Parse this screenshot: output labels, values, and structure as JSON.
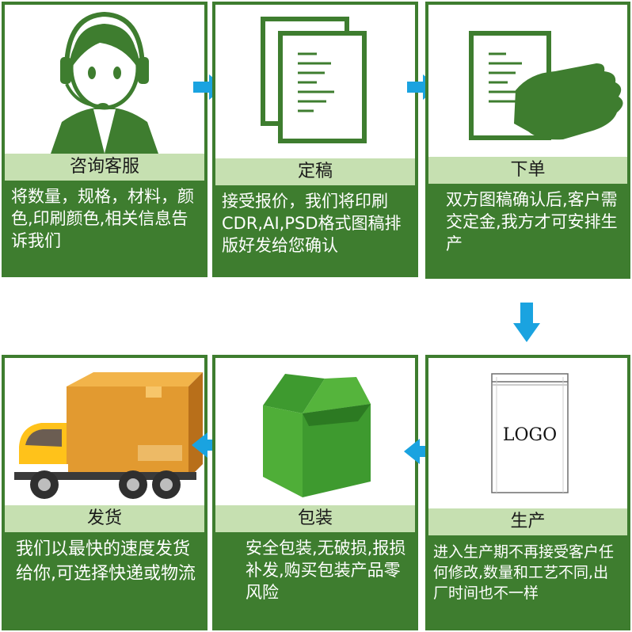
{
  "steps": [
    {
      "title": "咨询客服",
      "desc": "将数量，规格，材料，颜色,印刷颜色,相关信息告诉我们",
      "icon": "headset-agent-icon"
    },
    {
      "title": "定稿",
      "desc": "接受报价，我们将印刷CDR,AI,PSD格式图稿排版好发给您确认",
      "icon": "documents-icon"
    },
    {
      "title": "下单",
      "desc": "双方图稿确认后,客户需交定金,我方才可安排生产",
      "icon": "document-hand-icon"
    },
    {
      "title": "生产",
      "desc": "进入生产期不再接受客户任何修改,数量和工艺不同,出厂时间也不一样",
      "icon": "logo-bag-icon"
    },
    {
      "title": "包装",
      "desc": "安全包装,无破损,报损补发,购买包装产品零风险",
      "icon": "green-box-icon"
    },
    {
      "title": "发货",
      "desc": "我们以最快的速度发货给你,可选择快递或物流",
      "icon": "delivery-truck-icon"
    }
  ],
  "bag_label": "LOGO",
  "colors": {
    "green": "#3e7d2f",
    "light_green": "#c6e0b1",
    "arrow_blue": "#1aa3e0"
  }
}
